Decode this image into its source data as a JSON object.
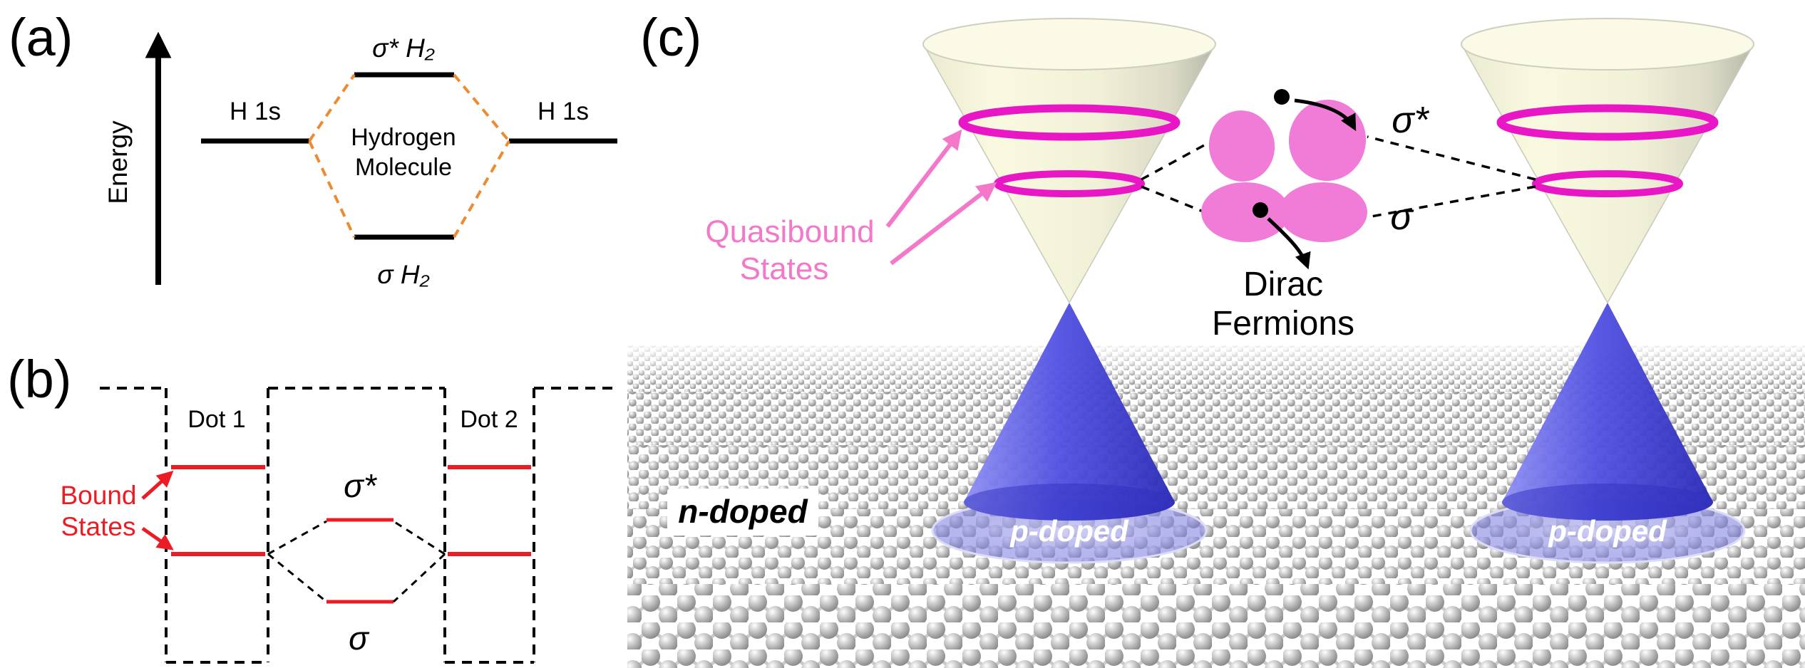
{
  "panel_a": {
    "label": "(a)",
    "axis_label": "Energy",
    "left_atom_level": "H 1s",
    "right_atom_level": "H 1s",
    "molecule_line1": "Hydrogen",
    "molecule_line2": "Molecule",
    "antibonding_level": "σ* H₂",
    "bonding_level": "σ H₂",
    "colors": {
      "coupling": "#ED8B33",
      "level": "#000000"
    }
  },
  "panel_b": {
    "label": "(b)",
    "dot1": "Dot 1",
    "dot2": "Dot 2",
    "bound_states_line1": "Bound",
    "bound_states_line2": "States",
    "antibonding_level": "σ*",
    "bonding_level": "σ",
    "colors": {
      "bound_state": "#EC1C24",
      "well": "#000000"
    }
  },
  "panel_c": {
    "label": "(c)",
    "quasibound_line1": "Quasibound",
    "quasibound_line2": "States",
    "antibonding_orbital": "σ*",
    "bonding_orbital": "σ",
    "dirac_line1": "Dirac",
    "dirac_line2": "Fermions",
    "n_doped": "n-doped",
    "p_doped_left": "p-doped",
    "p_doped_right": "p-doped",
    "colors": {
      "ring": "#E816C4",
      "quasibound_text": "#F478CA",
      "orbital": "#F07CD8",
      "upper_cone": "#F6F6D8",
      "lower_cone": "#4444D8",
      "p_doped_fill": "#8A8AE0",
      "lattice_sphere": "#A8A8A8"
    }
  }
}
